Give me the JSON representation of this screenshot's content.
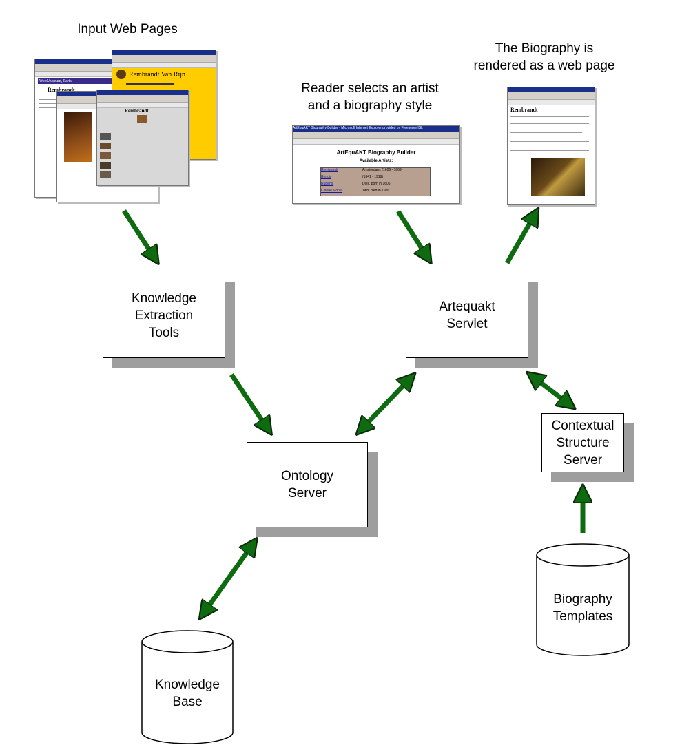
{
  "captions": {
    "input_pages": "Input Web Pages",
    "reader_selects": "Reader selects an artist\nand a biography style",
    "rendered": "The Biography is\nrendered as a web page"
  },
  "boxes": {
    "knowledge_extraction": "Knowledge\nExtraction\nTools",
    "artequakt_servlet": "Artequakt\nServlet",
    "ontology_server": "Ontology\nServer",
    "contextual_structure": "Contextual\nStructure\nServer"
  },
  "cylinders": {
    "knowledge_base": "Knowledge\nBase",
    "biography_templates": "Biography\nTemplates"
  },
  "screenshots": {
    "input_page_1_title": "WebMuseum, Paris",
    "input_page_1_heading": "Rembrandt",
    "input_page_2_title": "Rembrandt Van Rijn",
    "input_page_3_title": "Rembrandt",
    "builder_window_title": "ArtEquAKT Biography Builder - Microsoft Internet Explorer provided by Freeserve ISL",
    "builder_heading": "ArtEquAKT Biography Builder",
    "builder_subheading": "Available Artists:",
    "builder_artists": [
      {
        "name": "Rembrandt",
        "detail": "Amsterdam, (1606 - 1669)"
      },
      {
        "name": "Renoir",
        "detail": "(1841 - 1919)"
      },
      {
        "name": "Rubens",
        "detail": "Dies, born in 1606"
      },
      {
        "name": "Claude Monet",
        "detail": "Two, died in 1926"
      }
    ],
    "biography_heading": "Rembrandt"
  },
  "colors": {
    "arrow": "#0f6b0f",
    "arrow_outline": "#0a2a0a",
    "shadow": "#9e9e9e",
    "yellow_page": "#ffcc00"
  }
}
